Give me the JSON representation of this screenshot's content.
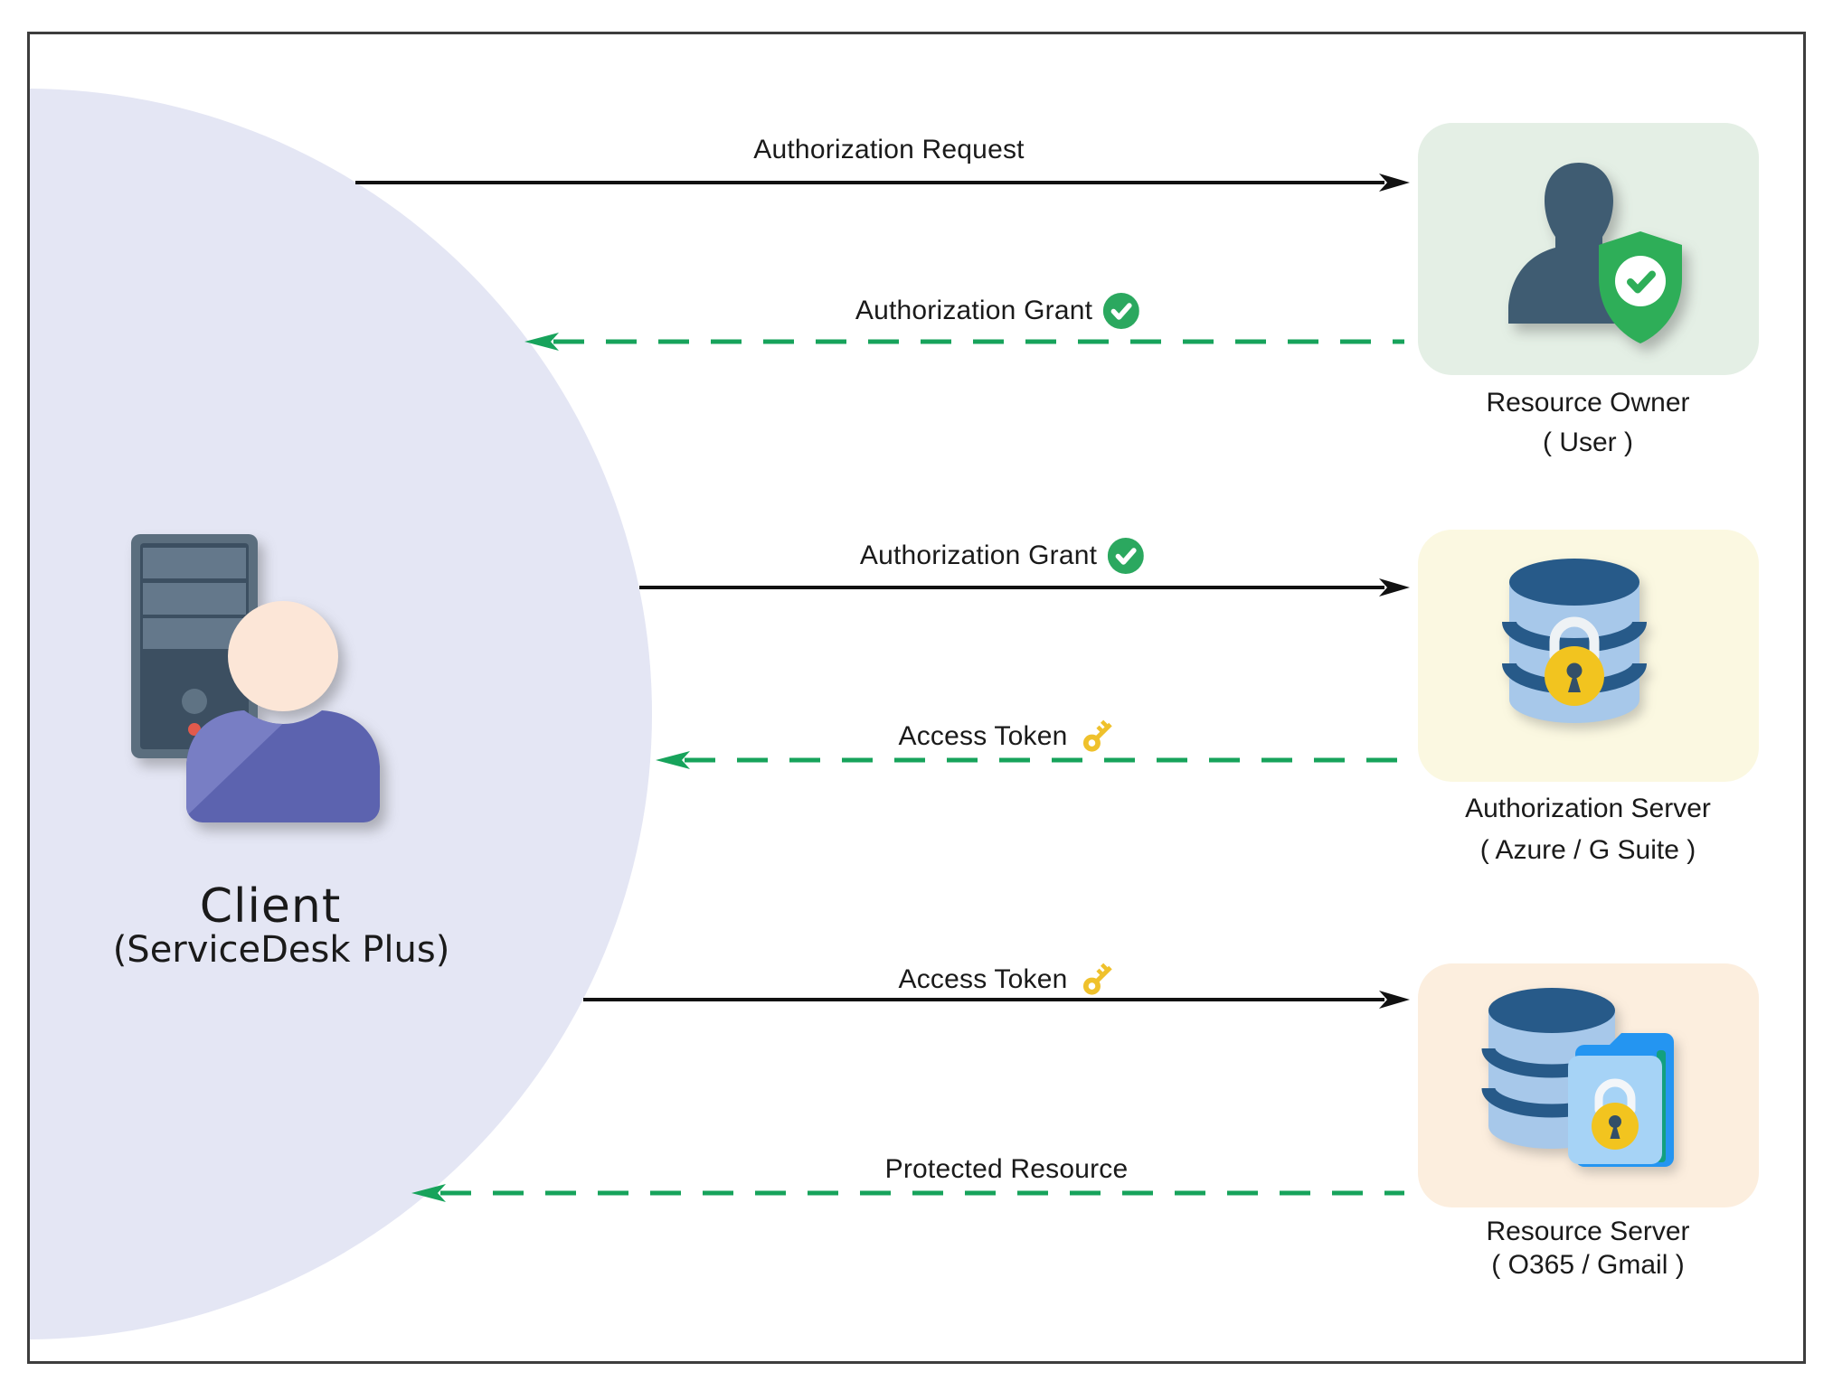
{
  "client": {
    "title": "Client",
    "subtitle": "(ServiceDesk Plus)"
  },
  "nodes": {
    "resource_owner": {
      "title": "Resource Owner",
      "subtitle": "( User )"
    },
    "authorization_server": {
      "title": "Authorization Server",
      "subtitle": "( Azure / G Suite )"
    },
    "resource_server": {
      "title": "Resource Server",
      "subtitle": "( O365 / Gmail )"
    }
  },
  "arrows": [
    {
      "label": "Authorization Request",
      "style": "solid",
      "direction": "right",
      "icon": "none"
    },
    {
      "label": "Authorization Grant",
      "style": "dashed",
      "direction": "left",
      "icon": "check"
    },
    {
      "label": "Authorization Grant",
      "style": "solid",
      "direction": "right",
      "icon": "check"
    },
    {
      "label": "Access Token",
      "style": "dashed",
      "direction": "left",
      "icon": "key"
    },
    {
      "label": "Access Token",
      "style": "solid",
      "direction": "right",
      "icon": "key"
    },
    {
      "label": "Protected Resource",
      "style": "dashed",
      "direction": "left",
      "icon": "none"
    }
  ],
  "colors": {
    "dashed_arrow_green": "#17a35b",
    "solid_arrow_black": "#111111",
    "check_icon_green": "#2ba85f",
    "key_icon_gold": "#efc12c",
    "client_circle": "#e4e6f4",
    "resource_owner_bg": "#e4efe5",
    "authorization_server_bg": "#fbf8e1",
    "resource_server_bg": "#fceede"
  }
}
